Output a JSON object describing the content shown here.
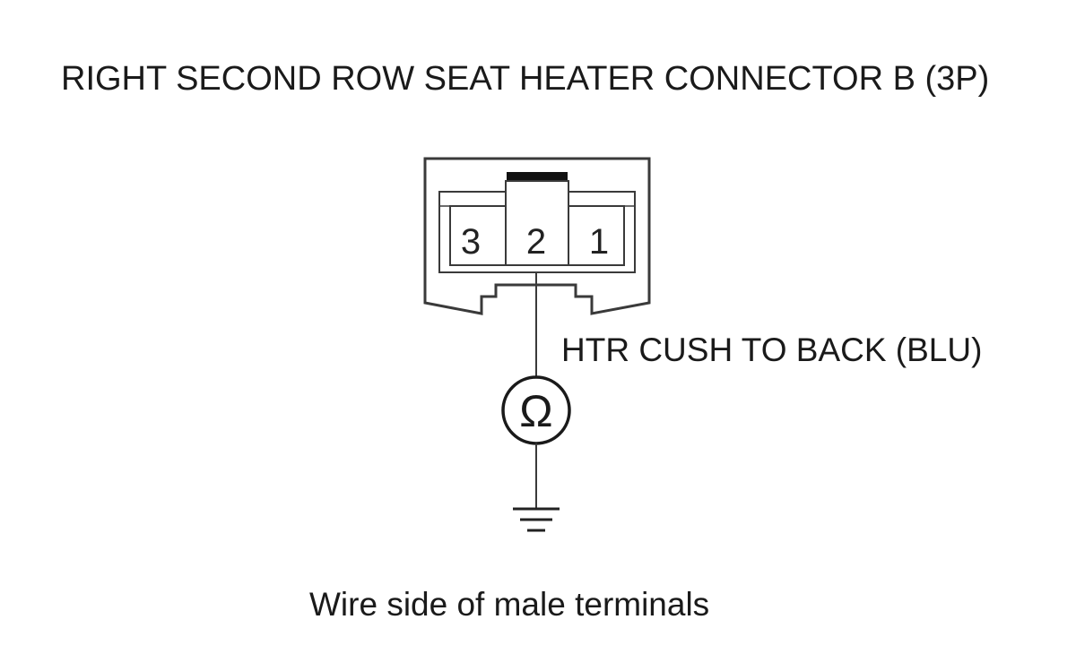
{
  "title": "RIGHT SECOND ROW SEAT HEATER CONNECTOR B (3P)",
  "connector": {
    "terminals": [
      "3",
      "2",
      "1"
    ],
    "highlighted_terminal": "2"
  },
  "wire_label": "HTR CUSH TO BACK (BLU)",
  "meter_symbol": "Ω",
  "caption": "Wire side of male terminals",
  "colors": {
    "line": "#3a3a3a",
    "text": "#1a1a1a",
    "background": "#ffffff"
  }
}
